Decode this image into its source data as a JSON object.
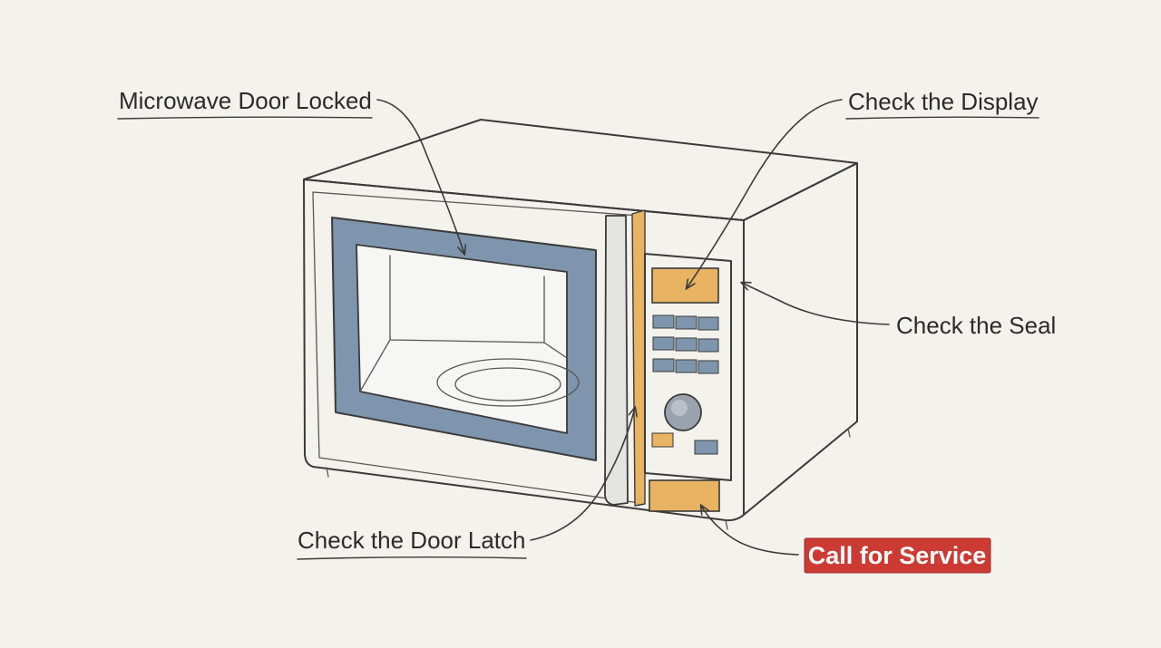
{
  "colors": {
    "background": "#f4f2ec",
    "window_frame": "#7f95ad",
    "accent_orange": "#e8b363",
    "button_blue": "#7f95ad",
    "service_red": "#cc3a34",
    "ink": "#2b2b2b"
  },
  "callouts": {
    "door_locked": "Microwave Door Locked",
    "display": "Check the Display",
    "seal": "Check the Seal",
    "door_latch": "Check the Door Latch",
    "service": "Call for Service"
  }
}
